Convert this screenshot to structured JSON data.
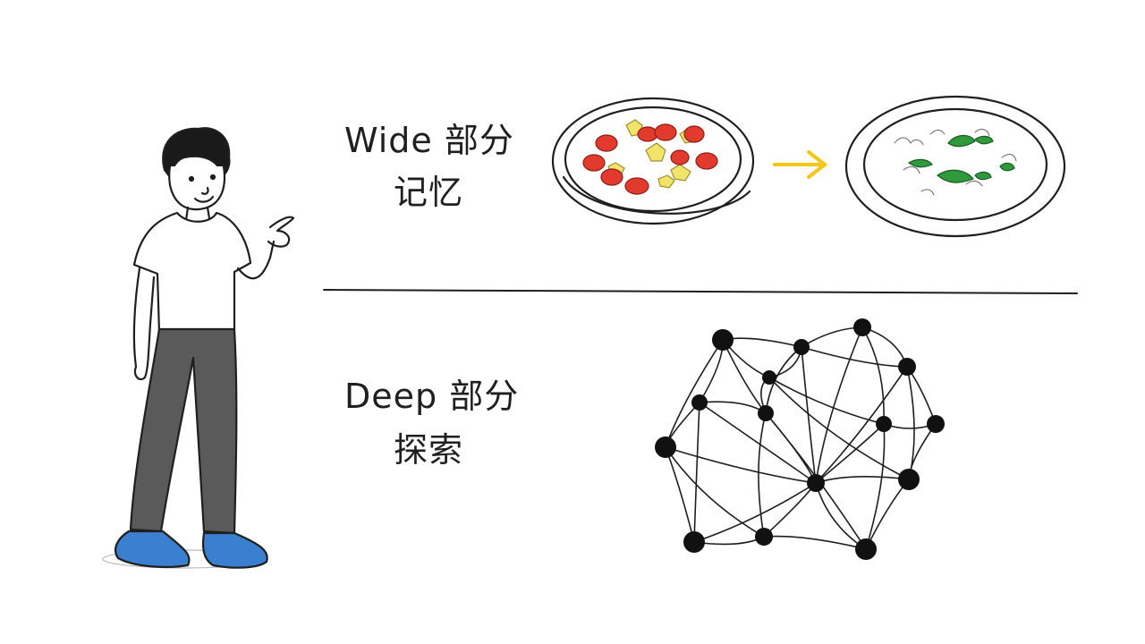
{
  "wide": {
    "title": "Wide 部分",
    "subtitle": "记忆"
  },
  "deep": {
    "title": "Deep 部分",
    "subtitle": "探索"
  },
  "colors": {
    "ink": "#1f1f1f",
    "arrow": "#f5c518",
    "tomato": "#e23b2e",
    "egg": "#f2e36b",
    "greens": "#2e9a3b",
    "pants": "#5a5a5a",
    "shoes": "#3b7fd1"
  },
  "icons": [
    "person-figure",
    "tomato-egg-dish-icon",
    "arrow-right-icon",
    "greens-rice-dish-icon",
    "network-graph-icon"
  ]
}
